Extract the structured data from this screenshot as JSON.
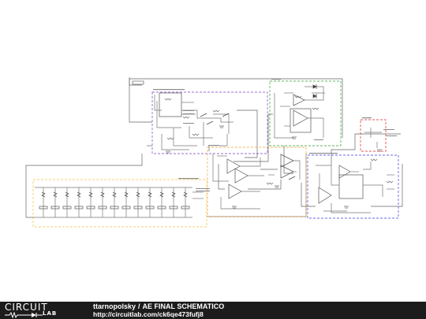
{
  "footer": {
    "logo_top": "CIRCUIT",
    "logo_bottom": "LAB",
    "author": "ttarnopolsky",
    "separator": "/",
    "title": "AE FINAL SCHEMATICO",
    "url": "http://circuitlab.com/ck6qe473fufj8"
  },
  "colors": {
    "footer_bg": "#1c1c1c",
    "wire": "#555555",
    "box_purple": "#7a3fc6",
    "box_green": "#2e9e2e",
    "box_red": "#e02020",
    "box_blue": "#3a3ad8",
    "box_orange": "#f0a030",
    "box_yellow": "#f2c040"
  },
  "icons": [
    "circuitlab-logo-icon",
    "opamp-icon",
    "resistor-icon",
    "capacitor-icon",
    "diode-icon",
    "ground-icon",
    "switch-icon"
  ]
}
